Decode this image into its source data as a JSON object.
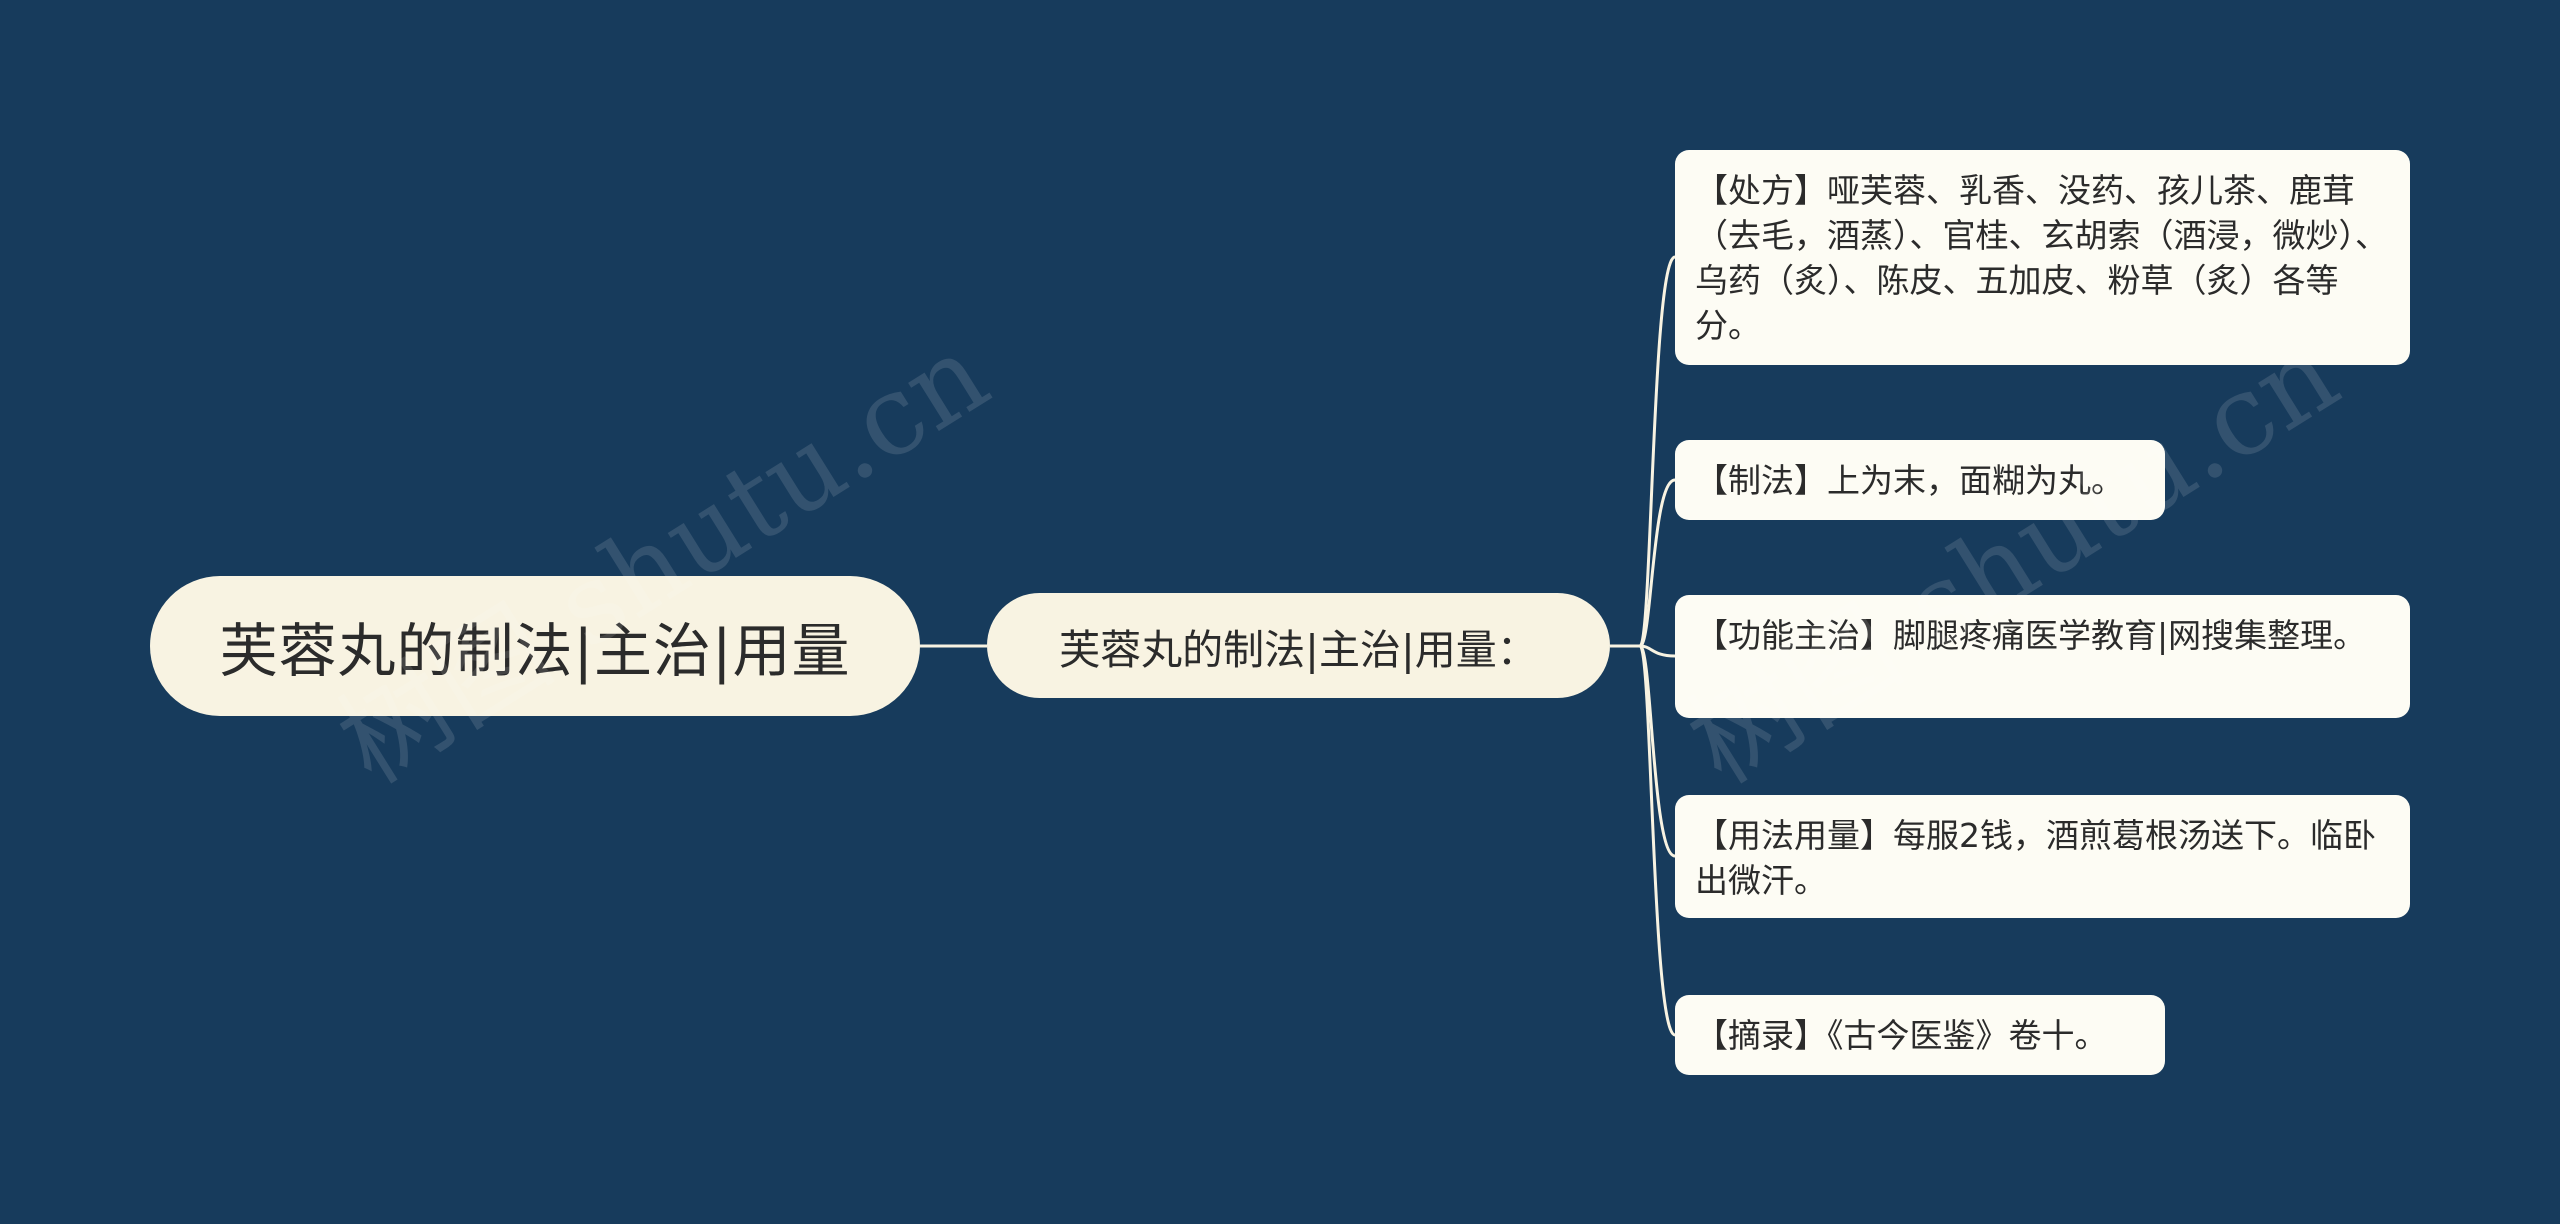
{
  "root": {
    "label": "芙蓉丸的制法|主治|用量"
  },
  "branch": {
    "label": "芙蓉丸的制法|主治|用量："
  },
  "leaves": [
    {
      "text": "【处方】哑芙蓉、乳香、没药、孩儿茶、鹿茸（去毛，酒蒸）、官桂、玄胡索（酒浸，微炒）、乌药（炙）、陈皮、五加皮、粉草（炙）各等分。"
    },
    {
      "text": "【制法】上为末，面糊为丸。"
    },
    {
      "text": "【功能主治】脚腿疼痛医学教育|网搜集整理。"
    },
    {
      "text": "【用法用量】每服2钱，酒煎葛根汤送下。临卧出微汗。"
    },
    {
      "text": "【摘录】《古今医鉴》卷十。"
    }
  ],
  "watermark": {
    "text": "树图 shutu.cn"
  },
  "colors": {
    "background": "#173b5c",
    "node_fill": "#f8f3e2",
    "leaf_fill": "#fdfcf4",
    "connector": "#f8f3e2"
  }
}
